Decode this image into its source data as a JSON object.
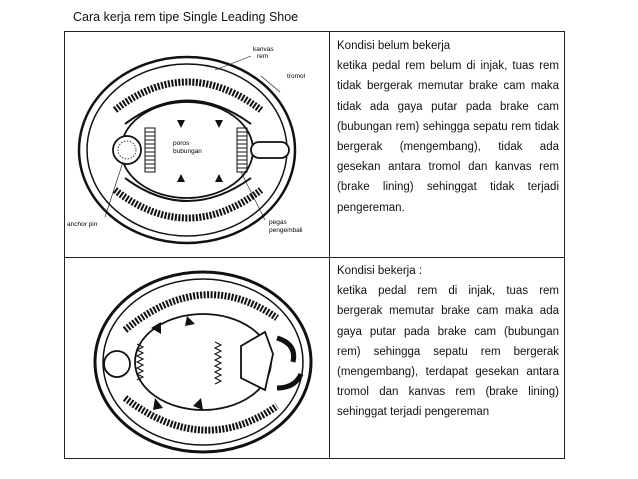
{
  "title": "Cara kerja rem tipe Single Leading Shoe",
  "rows": [
    {
      "heading": "Kondisi belum bekerja",
      "text": "ketika pedal rem belum di injak, tuas rem tidak bergerak memutar brake cam maka tidak ada gaya putar pada brake cam (bubungan rem) sehingga sepatu rem tidak bergerak (mengembang), tidak ada gesekan antara tromol dan kanvas rem (brake lining) sehinggat tidak terjadi pengereman."
    },
    {
      "heading": "Kondisi bekerja :",
      "text": "ketika pedal rem di injak, tuas rem bergerak memutar brake cam maka ada gaya putar pada brake cam (bubungan rem) sehingga sepatu rem bergerak (mengembang), terdapat gesekan antara tromol dan kanvas rem (brake lining) sehinggat terjadi pengereman"
    }
  ],
  "diagram_labels": {
    "kanvas": "kanvas",
    "rem": "rem",
    "tromol": "tromol",
    "poros": "poros",
    "bubungan": "bubungan",
    "anchor_pin": "anchor pin",
    "pegas": "pegas",
    "pengembali": "pengembali"
  }
}
